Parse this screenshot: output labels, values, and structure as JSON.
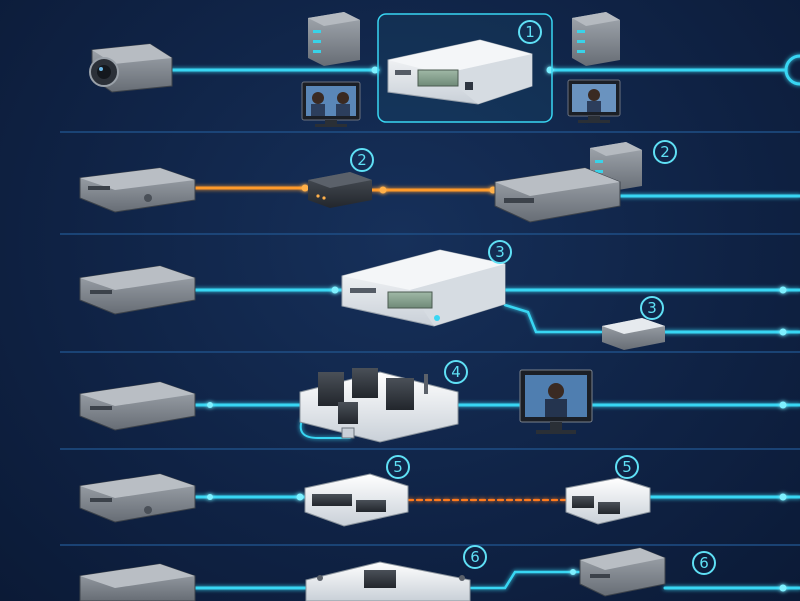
{
  "diagram": {
    "steps": [
      {
        "label": "1"
      },
      {
        "label": "2"
      },
      {
        "label": "2"
      },
      {
        "label": "3"
      },
      {
        "label": "3"
      },
      {
        "label": "4"
      },
      {
        "label": "5"
      },
      {
        "label": "5"
      },
      {
        "label": "6"
      },
      {
        "label": "6"
      }
    ]
  },
  "colors": {
    "background": "#0f2244",
    "divider": "#1f4f86",
    "link_cyan": "#39d6f3",
    "link_orange": "#ff9a2b",
    "device_dark": "#7d838b",
    "device_light": "#e9edf1",
    "label": "#5fe0f5"
  }
}
